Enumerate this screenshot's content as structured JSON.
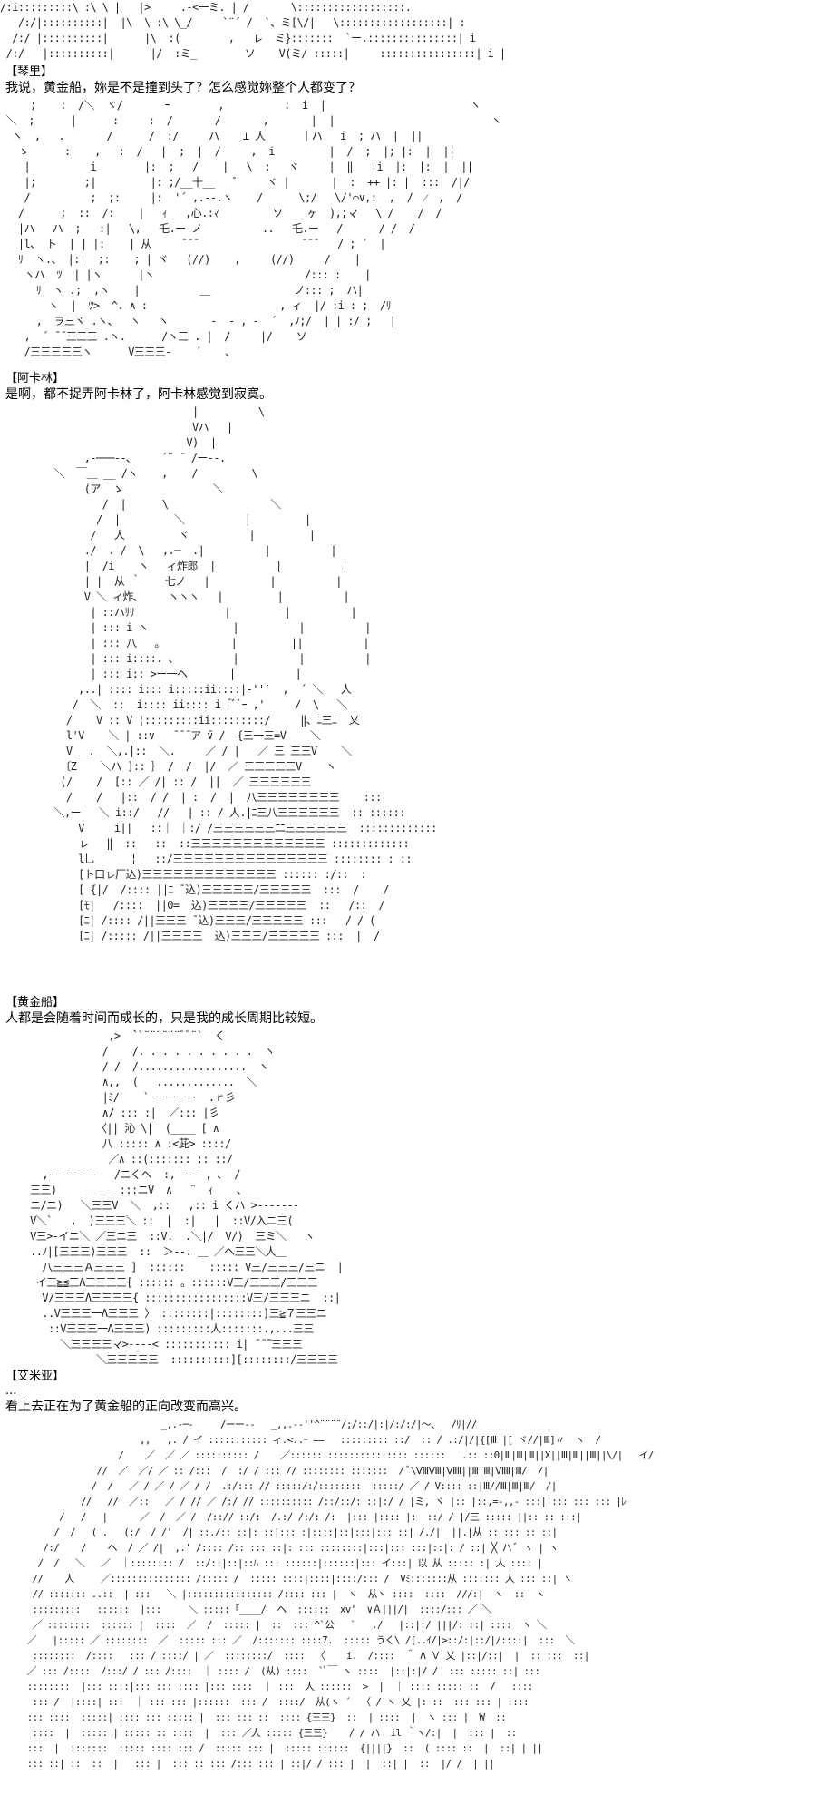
{
  "panels": [
    {
      "art_top": "/:i:::::::::\\ :\\ \\ |   |>     .-<一ミ. | /       \\::::::::::::::::::.\n   /:/|::::::::::|  |\\  \\ :\\ \\_/     `¨´ /  `、ミ[\\/|   \\::::::::::::::::::| :\n  /:/ |::::::::::|      |\\  :(        ,   ㇾ  ミ}:::::::  `ー.:::::::::::::::| i\n /:/   |::::::::::|      |/  :ミ_        ソ    V(ミ/ :::::|     ::::::::::::::::| i |"
    },
    {
      "speaker": "【琴里】",
      "line": "我说，黄金船，妳是不是撞到头了？怎么感觉妳整个人都变了？",
      "art": "     ;    :  /＼  ヾ/       ｰ        ,          :  i  |                        ヽ\n ＼  ;      |      :     :  /       /       ,       |  |                          ヽ\n  ヽ  ,   .       /      /  :/     ハ    ⊥ 人      ｜ハ   i  ; ハ  |  ||\n   ゝ      :    ,   :  /   |  ;  |  /     ,  i         |  /  ;  |; |:  |  ||\n    |          i        |:  ;   /    |   \\  :   ヾ     |  ‖   ¦i  |:  |:  |  ||\n    |;        ;|         |: ;/__十__   ゛    ヾ |       |  :  ++ |: |  :::  /|/\n    /          ;  ;:     |:  '´ ,.--.ヽ    /      \\;/   \\/'⌒∨,:  ,  /  ⁄  ,  /  \n   /      ;  ::  /:    |   ｨ   ,心.:ﾏ         ソ    ヶ  ),;マ   \\ /    /  /\n   |ハ   ハ  ;   :|   \\,   乇.ー ノ          ..   乇.ー   /      / /  /\n   |l、 ト  | | |:    | 从     ¯¯¯                 ¯¯¯   / ; ´  |\n   ﾘ  ヽ.、 |:|  ;:    ; | ヾ   (//)    ,     (//)     /    |\n    ヽハ  ﾂ  | |ヽ      |ヽ                         /::: :    |\n      ﾘ  ヽ .;  ,ヽ    |          ＿              ノ::: ;  ハ|\n        ヽ  |  ﾂ>  ^. ∧ :                      , ィ  |/ :i : ;  /ﾘ\n      ,  ヲ三ヾ .ヽ、  ヽ   ヽ       ‐  - , -  ´  ,ﾉ;/  | | :/ ;   |\n    ,  ´ ̄ ̄ 三三三 .ヽ.      /ヽ三 . |  /     |/    ソ\n    /三三三三三ヽ      V三三三‐    ´    ､"
    },
    {
      "speaker": "【阿卡林】",
      "line": "是啊，都不捉弄阿卡林了，阿卡林感觉到寂寞。",
      "art": "                                |          \\\n                                Vハ   |\n                               V)  |\n              ,-───‐-､     ´¨ ̄  /ー‐-.\n         ＼  ￣＿ __ /ヽ    ,    /         \\\n              (ア  ゝ               ＼\n                 /  |      \\                 ＼\n                /  |         ＼          |         |\n               /   人         ヾ          |         |\n              ./  . /  \\   ,.─  .|          |          |\n              |  /i    ヽ   ィ炸郎  |          |          |\n              | |  从 ｀    七ノ   |          |          |\n              V ＼ ィ炸､     ヽヽヽ   |         |          |\n               | ::ハｻﾘ               |         |          |\n               | ::: i ヽ              |          |          |\n               | ::: 八   。           |         ||          |\n               | ::: i::::. 、         |          |          |\n               | ::: i:: >ー一ヘ       |          |\n             ,..| :::: i::: i:::::ii::::|-''′  ,  ´ ＼   人\n            /  ＼  ::  i:::: ii:::: i「ﾞﾞｰ ,'     /  \\   ＼\n           /    V :: V ¦:::::::::ii:::::::::/     ‖、ﾆ三ﾆ  乂\n           l'V    ＼ | ::∨   ̄ ̄ ̄ ア ̄∨ /  {三一三=V    ＼\n           V ＿.  ＼,.|::  ＼.     ／ / |   ／ 三 三三V    ＼\n          〔Z    ＼ハ ]:: ｝ /  /  |/  ／ 三三三三三V    ヽ\n          (/    /  [:: ／ /| :: /  ||  ／ 三三三三三三\n           /    /   |::  / /  | :  /  |  八三三三三三三三三    :::\n         ＼,ー   ＼ i::/   //   | :: / 人.|ﾆ三八三三三三三三  :: ::::::\n             V     i||   ::｜ ｜:/ /三三三三三三ﾆﾆ三三三三三三  :::::::::::::\n             ㇾ   ‖  ::   ::  ::三三三三三三三三三三三三三 :::::::::::::\n             l乚      ¦   ::/三三三三三三三三三三三三三三三 :::::::: : ::\n             [ト口ㇾ厂込)三三三三三三三三三三三三三 :::::: :/::  :\n             [ {|/  /:::: ||ﾆ ¯込)三三三三三/三三三三三  :::  /    /\n             [ﾓ|   /::::  ||0=  込)三三三三/三三三三三  ::   /::  /\n             [ﾆ| /:::: /||三三三 ¯込)三三三/三三三三三 :::   / / (\n             [ﾆ| /::::: /||三三三三  込)三三三/三三三三三 :::  |  /"
    },
    {
      "speaker": "【黄金船】",
      "line": "人都是会随着时间而成长的，只是我的成长周期比较短。",
      "art": "                  ,>  `ﾞ¨¨¨¨¨¨ﾞﾞ¨`  く\n                 /    /. . . . . . . . . .  ヽ\n                 / /  /..................  ヽ\n                 ∧,,  (   .............  ＼\n                 |ﾐ/    ` ーー一‥  .ｒ彡\n                 ∧/ ::: :|  ／::: |彡\n                〈|| 沁 \\|  (____ [ ∧\n                 八 ::::: ∧ :<茈> ::::/\n                  ／∧ ::(::::::: :: ::/\n       ,--------   /ニくヘ  :, --- , ､  /\n     三三)     ＿ ＿ :::ニV  ∧   ¨  ｨ    ､\n     ニ/ニ)   ＼三三V  ＼  ,::   ,:: i くハ >--‐‐‐-‐\n     V＼`   ,  )三三三＼ ::  |  :|   |  ::V/入ニ三(\n     V三>-イニ＼ ／三ニ三  ::V.  .＼|/  V/)  三ミ＼   ヽ\n     ..ﾉ|[三三三)三三三  ::  ＞-‐. ＿ ／ヘ三三＼人＿\n       八三三三Ａ三三三 ]  ::::::    ::::: V三/三三三/三ニ  |\n      イ三≧≦三Λ三三三三[ :::::: 。::::::V三/三三三/三三三\n       V/三三三Λ三三三三{ :::::::::::::::::V三/三三三ニ  ::|\n       ..V三三三一Λ三三三 〉 ::::::::|::::::::]三≧７三三ニ\n        ::V三三三一Λ三三三) :::::::::人:::::::.,...三三\n          ＼三三三三マ>----< ::::::::::: i| ̄ ̄ ̄ﾞ三三三\n                ＼三三三三三  ::::::::::][::::::::/三三三三\n"
    },
    {
      "speaker": "【艾米亚】",
      "line_prefix": "...",
      "line": "看上去正在为了黄金船的正向改变而高兴。",
      "art": "                              _,.-─-     /ーー‐-   _,,.-‐''^¨¨¨¨/;/::/|:|/:/:/|〜、  /ﾘ|//\n                          ,,   ,. / イ ::::::::::: ィ.<..ｰ ==   ::::::::: ::/  :: / .:/|/|{[Ⅲ |[ ヾ//|Ⅲ]〃  ヽ  /\n                      /    ／  ／ ／ :::::::::: /    ／:::::: ::::::::::::::: ::::::   .:: ::0|Ⅲ|Ⅲ|Ⅲ||X||Ⅲ|Ⅲ||Ⅲ||\\/|   イ/\n                  //  ／  ／/ ／ :: /:::  /  :/ / ::: // :::::::: :::::::  / ﾞ\\ⅧⅧ|ⅦⅡ||Ⅲ|Ⅲ|ⅦⅡ|Ⅲ/  /|\n                 /  /   ／ / ／ / ／ / /  .:/::: // :::::/:/::::::::  :::::/ ／ / V:::: ::|Ⅲ//Ⅲ|Ⅲ|Ⅲ/  /|\n               //   //  ／::   ／ / // ／ /:/ // :::::::::: /::/::/: ::|:/ / |ミ, ヾ |:: |::,=‐,,- :::||::: ::: ::: |ﾚ\n           /   /   |      ／  /  ／ /  /::// ::/:  /.:/ /:/: /:  |::: |:::: |:  ::/ / |/三 ::::: ||:: :: :::|\n          /  /   ( .   (:/  / /'  /| ::./:: ::|: ::|::: :|::::|::|:::|::: ::| /./|  ||.|从 :: ::: :: ::|\n        /:/    /    ヘ  / ／ /|  ,.' /:::: /:: ::: ::|: ::: ::::::::|:::|::: :::|::|: / ::| ╳ ハ ﾞ ヽ | ヽ\n       /  /   ＼   ／  ｜:::::::: /  ::/::|::|::ﾊ ::: ::::::|::::::|::: イ:::| 以 从 ::::: :| 人 :::: |\n      //    人     ／::::::::::::::: /::::: /  ::::: ::::|::::|::::/::: /  Vﾐ:::::::从 ::::::: 人 ::: ::| ヽ\n      // ::::::: ..::  | :::   ＼ |:::::::::::::::: /:::: ::: |  ヽ  从ヽ ::::  ::::  ///:|  ヽ  ::  ヽ \n      :::::::::   ::::::  |:::     ＼ ::::: ｢____/  ヘ  ::::::  xv'  ∨Ａ|||/|  ::::/::: ／ ＼\n      ／ ::::::::  :::::: |  ::::  ／  /  ::::: |  ::  ::: ^`公   `   ./   |::|:/ |||/: ::| ::::  ヽ ＼\n     ／   |::::: ／ ::::::::  ／  ::::: ::: ／  /::::::: ::::7.  ::::: うく\\ /[..ｲ/|>::/:|::/|/::::|  :::  ＼\n      ::::::::  /::::   ::: / ::::/ | ／  ::::::::/  ::::  〈    i.  /::::  ＾ Λ Ｖ 乂 |::|/::|  |  :: :::  ::| \n     ／ ::: /::::  /:::/ / ::: /::::  ｜ :::: /  (从) ::::  `ﾟ￣ ヽ ::::  |::|:|/ /  ::: ::::: ::| :::\n     ::::::::  |::: ::::|::: ::: :::: |::: ::::  ｜ :::  人 ::::::  >  |  ｜ :::: ::::: ::  /   ::::\n      ::: /  |::::| :::  ｜ ::: ::: |::::::  ::: /  ::::/  从(ヽ ´  〈 / ヽ 乂 |: ::  ::: ::: | ::::\n     ::: ::::  :::::| :::: ::: ::::: |  ::: ::: ::  :::: {三三}  ::  | ::::  |  ヽ ::: |  W  ::\n      ::::  |  ::::: | ::::: :: ::::  |  ::: ／人 ::::: {三三}    / / ハ  il ｀ヽ/:|  |  ::: |  ::\n     :::  |  :::::::  ::::: :::: ::: /  ::::: ::: |  ::::: ::::::  {||||}  ::  ( :::: ::  |  ::| | ||\n     ::: ::| ::  ::  |   ::: |  ::: :: ::: /::: ::: | ::|/ / ::: |  |  ::| |  ::  |/ /  | ||"
    }
  ],
  "layout_note": ""
}
